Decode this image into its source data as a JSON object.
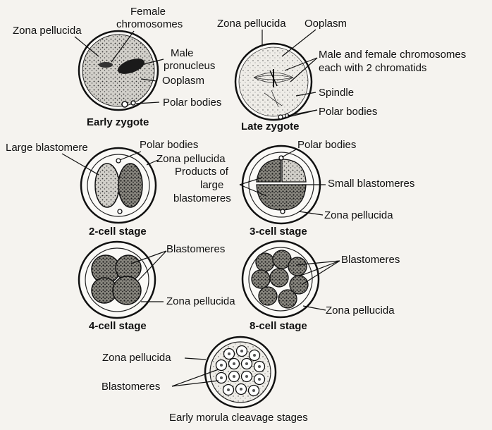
{
  "panels": {
    "early_zygote": {
      "caption": "Early zygote",
      "labels": {
        "zona_pellucida": "Zona pellucida",
        "female_chromosomes_1": "Female",
        "female_chromosomes_2": "chromosomes",
        "male_pronucleus_1": "Male",
        "male_pronucleus_2": "pronucleus",
        "ooplasm": "Ooplasm",
        "polar_bodies": "Polar bodies"
      }
    },
    "late_zygote": {
      "caption": "Late zygote",
      "labels": {
        "zona_pellucida": "Zona pellucida",
        "ooplasm": "Ooplasm",
        "chromosomes_1": "Male and female chromosomes",
        "chromosomes_2": "each with 2 chromatids",
        "spindle": "Spindle",
        "polar_bodies": "Polar bodies"
      }
    },
    "two_cell": {
      "caption": "2-cell stage",
      "labels": {
        "large_blastomere": "Large blastomere",
        "polar_bodies": "Polar bodies",
        "zona_pellucida": "Zona pellucida"
      }
    },
    "three_cell": {
      "caption": "3-cell stage",
      "labels": {
        "polar_bodies": "Polar bodies",
        "products_1": "Products of",
        "products_2": "large",
        "products_3": "blastomeres",
        "small_blastomeres": "Small blastomeres",
        "zona_pellucida": "Zona pellucida"
      }
    },
    "four_cell": {
      "caption": "4-cell stage",
      "labels": {
        "blastomeres": "Blastomeres",
        "zona_pellucida": "Zona pellucida"
      }
    },
    "eight_cell": {
      "caption": "8-cell stage",
      "labels": {
        "blastomeres": "Blastomeres",
        "zona_pellucida": "Zona pellucida"
      }
    },
    "morula": {
      "caption": "Early morula cleavage stages",
      "labels": {
        "zona_pellucida": "Zona pellucida",
        "blastomeres": "Blastomeres"
      }
    }
  }
}
